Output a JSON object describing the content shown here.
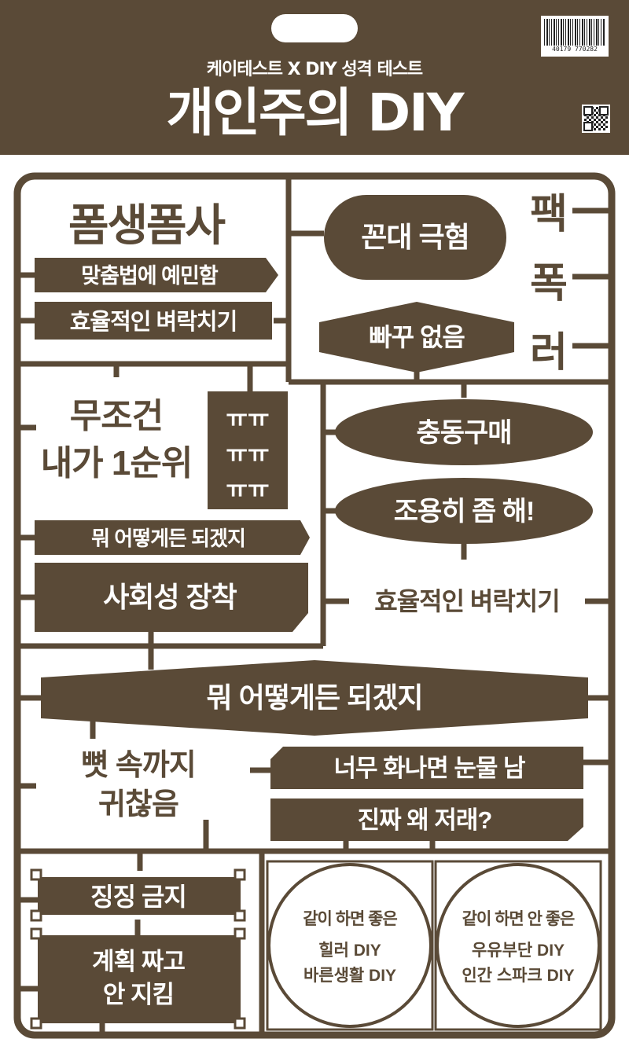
{
  "header": {
    "subtitle": "케이테스트 X DIY 성격 테스트",
    "title": "개인주의 DIY",
    "barcode_number": "40179 770282"
  },
  "parts": {
    "polsaeng": "폼생폼사",
    "tag_custom": "맞춤법에 예민함",
    "tag_efficient_1": "효율적인 벼락치기",
    "kkondae": "꼰대 극혐",
    "ppakku": "빠꾸 없음",
    "vertical": [
      "팩",
      "폭",
      "러"
    ],
    "me_first": [
      "무조건",
      "내가 1순위"
    ],
    "crying": [
      "ㅠㅠ",
      "ㅠㅠ",
      "ㅠㅠ"
    ],
    "tag_whatever_small": "뭐 어떻게든 되겠지",
    "social_mode": "사회성 장착",
    "impulse": "충동구매",
    "quiet": "조용히 좀 해!",
    "tag_efficient_2": "효율적인 벼락치기",
    "whatever_big": "뭐 어떻게든 되겠지",
    "lazy": [
      "뼛 속까지",
      "귀찮음"
    ],
    "tears": "너무 화나면 눈물 남",
    "why": "진짜 왜 저래?",
    "no_whining": "징징 금지",
    "plans": [
      "계획 짜고",
      "안 지킴"
    ]
  },
  "circles": {
    "good": {
      "heading": "같이 하면 좋은",
      "items": [
        "힐러 DIY",
        "바른생활 DIY"
      ]
    },
    "bad": {
      "heading": "같이 하면 안 좋은",
      "items": [
        "우유부단 DIY",
        "인간 스파크 DIY"
      ]
    }
  },
  "colors": {
    "brand": "#5a4a37",
    "background": "#ffffff"
  }
}
